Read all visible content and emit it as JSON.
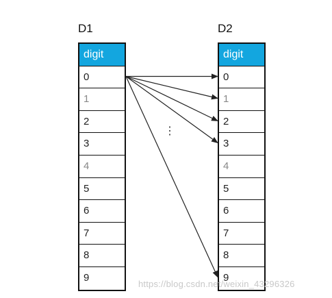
{
  "d1": {
    "title": "D1",
    "header": "digit",
    "rows": [
      "0",
      "1",
      "2",
      "3",
      "4",
      "5",
      "6",
      "7",
      "8",
      "9"
    ]
  },
  "d2": {
    "title": "D2",
    "header": "digit",
    "rows": [
      "0",
      "1",
      "2",
      "3",
      "4",
      "5",
      "6",
      "7",
      "8",
      "9"
    ]
  },
  "arrows": {
    "from_row": 0,
    "to_rows": [
      0,
      1,
      2,
      3,
      9
    ],
    "ellipsis": "⋮"
  },
  "colors": {
    "header_bg": "#13a6df",
    "header_text": "#ffffff",
    "border": "#111111",
    "arrow": "#222222"
  },
  "watermark": "https://blog.csdn.net/weixin_43296326"
}
